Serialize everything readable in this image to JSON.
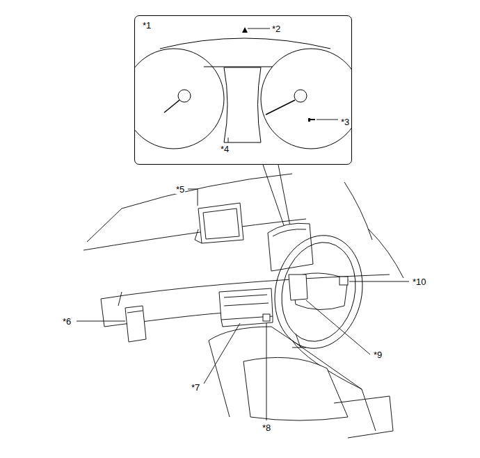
{
  "diagram": {
    "nodes": [
      {
        "text": [
          "*1",
          "*2",
          "*3",
          "*4"
        ]
      }
    ],
    "labels": [
      "*5",
      "*6",
      "*7",
      "*8",
      "*9",
      "*10"
    ]
  }
}
